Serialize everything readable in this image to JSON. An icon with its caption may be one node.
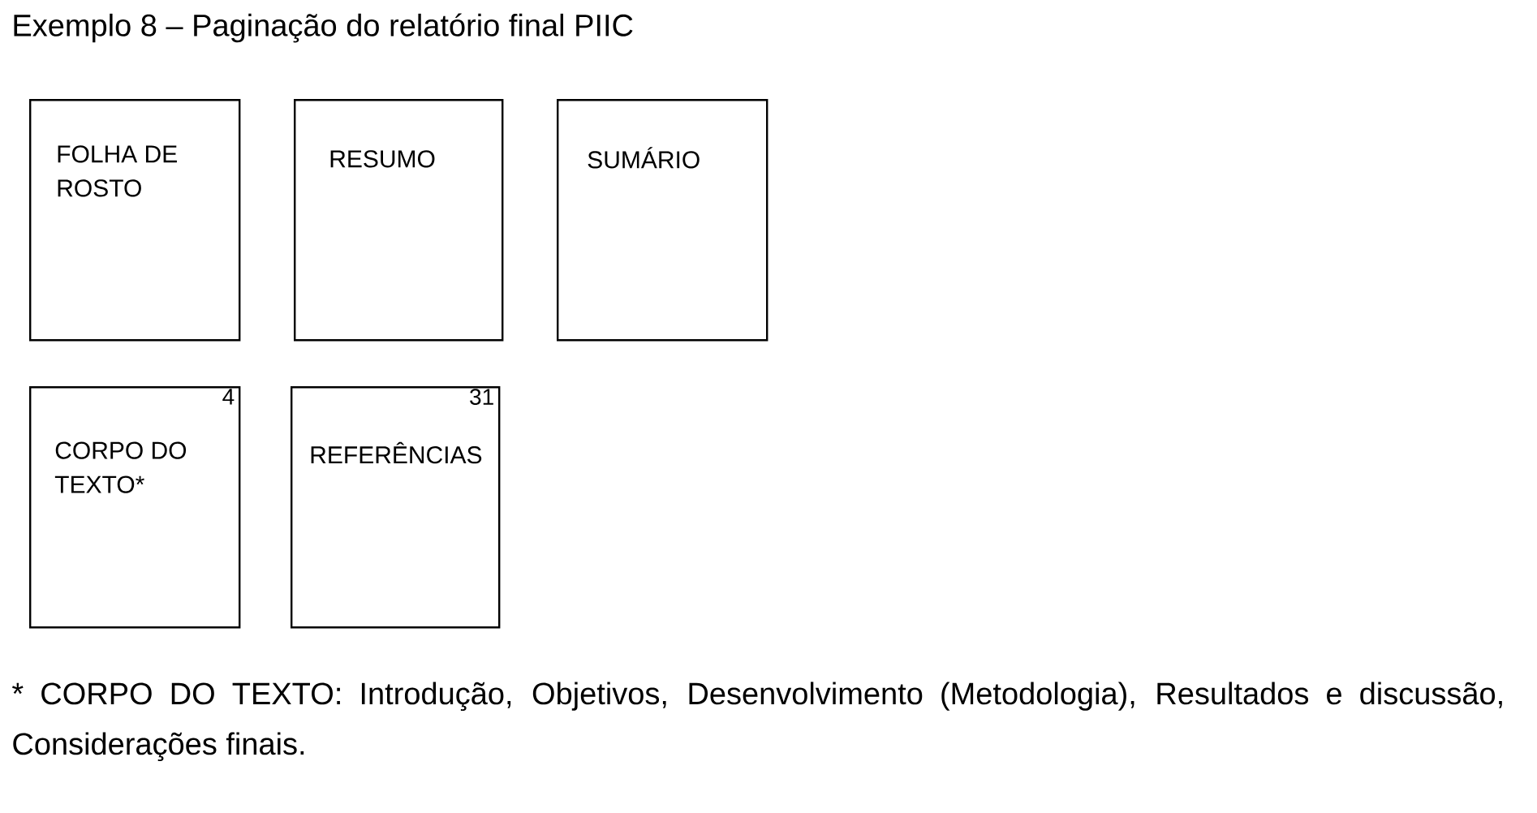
{
  "diagram": {
    "title": "Exemplo 8 – Paginação do relatório final PIIC",
    "nodes": [
      {
        "text": [
          "FOLHA DE ROSTO"
        ]
      },
      {
        "text": [
          "RESUMO"
        ]
      },
      {
        "text": [
          "SUMÁRIO"
        ]
      },
      {
        "text": [
          "4",
          "CORPO DO TEXTO*"
        ]
      },
      {
        "text": [
          "31",
          "REFERÊNCIAS"
        ]
      }
    ],
    "edges": [],
    "caption": "* CORPO DO TEXTO: Introdução, Objetivos, Desenvolvimento (Metodologia), Resultados e discussão, Considerações finais."
  }
}
